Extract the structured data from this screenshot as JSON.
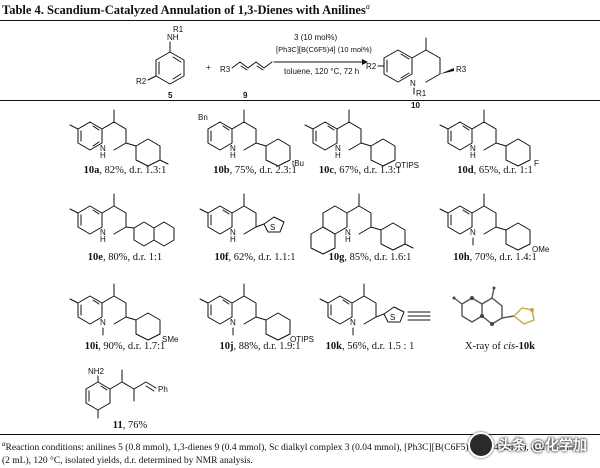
{
  "title": {
    "text": "Table 4. Scandium-Catalyzed Annulation of 1,3-Dienes with Anilines",
    "mark": "a"
  },
  "scheme": {
    "reagent_aniline": {
      "nh": "NH",
      "r1": "R1",
      "r2": "R2",
      "number": "5"
    },
    "plus": "+",
    "reagent_diene": {
      "r3": "R3",
      "number": "9"
    },
    "conditions_above_1": "3 (10 mol%)",
    "conditions_above_2": "[Ph3C][B(C6F5)4] (10 mol%)",
    "conditions_below": "toluene, 120 °C, 72 h",
    "product": {
      "r2": "R2",
      "r3": "R3",
      "n": "N",
      "r1": "R1",
      "number": "10"
    }
  },
  "entries": [
    {
      "id": "10a",
      "text": ", 82%, d.r. 1.3:1",
      "sub": "",
      "nh": "H"
    },
    {
      "id": "10b",
      "text": ", 75%, d.r. 2.3:1",
      "sub": "tBu",
      "top": "Bn",
      "nh": "H"
    },
    {
      "id": "10c",
      "text": ", 67%, d.r. 1.3:1",
      "sub": "OTIPS",
      "nh": "H"
    },
    {
      "id": "10d",
      "text": ", 65%, d.r. 1:1",
      "sub": "F",
      "nh": "H"
    },
    {
      "id": "10e",
      "text": ", 80%, d.r. 1:1",
      "nh": "H"
    },
    {
      "id": "10f",
      "text": ", 62%, d.r. 1.1:1",
      "sub": "S",
      "nh": "H"
    },
    {
      "id": "10g",
      "text": ", 85%, d.r. 1.6:1",
      "nh": "H"
    },
    {
      "id": "10h",
      "text": ", 70%, d.r. 1.4:1",
      "sub": "OMe",
      "nh": "N"
    },
    {
      "id": "10i",
      "text": ", 90%, d.r. 1.7:1",
      "sub": "SMe",
      "nh": "N"
    },
    {
      "id": "10j",
      "text": ", 88%, d.r. 1.9:1",
      "sub": "OTIPS",
      "nh": "N"
    },
    {
      "id": "10k",
      "text": ", 56%, d.r. 1.5 : 1",
      "sub": "S",
      "nh": "N"
    },
    {
      "id": "11",
      "text": ", 76%",
      "nh2": "NH2",
      "ph": "Ph"
    }
  ],
  "xray": {
    "prefix": "X-ray of ",
    "italic": "cis",
    "suffix": "-",
    "bold": "10k"
  },
  "footnote": {
    "mark": "a",
    "line1": "Reaction conditions: anilines 5 (0.8 mmol), 1,3-dienes 9 (0.4 mmol), Sc dialkyl complex 3 (0.04 mmol), [Ph3C][B(C6F5)4] (0.04 mmol), and toluene",
    "line2": "(2 mL), 120 °C, isolated yields, d.r. determined by NMR analysis."
  },
  "watermark": {
    "text": "头条 @化学加"
  }
}
